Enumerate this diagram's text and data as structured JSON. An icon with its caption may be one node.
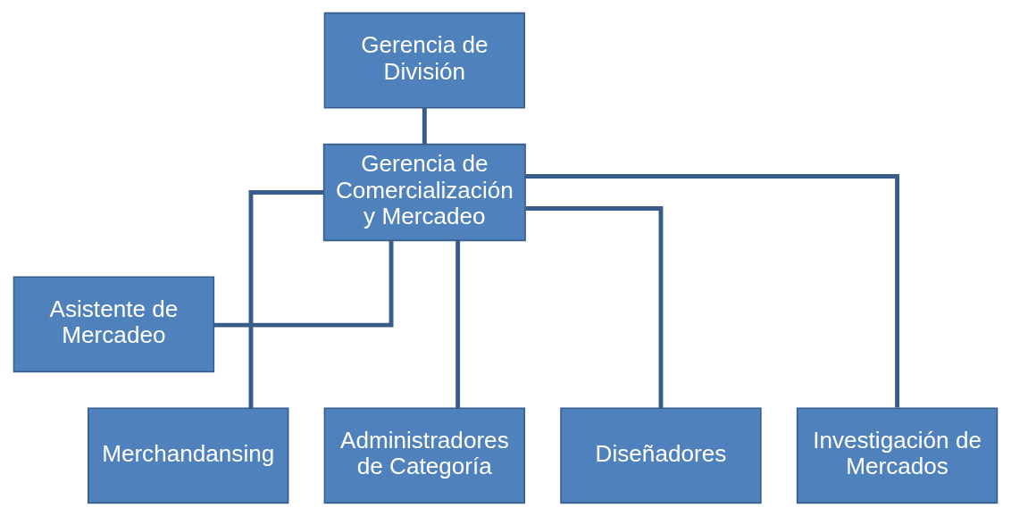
{
  "diagram": {
    "nodes": [
      {
        "text": [
          "Gerencia de División"
        ]
      },
      {
        "text": [
          "Gerencia de Comercialización y Mercadeo"
        ]
      },
      {
        "text": [
          "Asistente de Mercadeo"
        ]
      },
      {
        "text": [
          "Merchandansing"
        ]
      },
      {
        "text": [
          "Administradores de Categoría"
        ]
      },
      {
        "text": [
          "Diseñadores"
        ]
      },
      {
        "text": [
          "Investigación de Mercados"
        ]
      }
    ],
    "edges": [
      {
        "from": 0,
        "to": 1,
        "arrow": "none"
      },
      {
        "from": 1,
        "to": 2,
        "arrow": "none"
      },
      {
        "from": 1,
        "to": 3,
        "arrow": "none"
      },
      {
        "from": 1,
        "to": 4,
        "arrow": "none"
      },
      {
        "from": 1,
        "to": 5,
        "arrow": "none"
      },
      {
        "from": 1,
        "to": 6,
        "arrow": "none"
      }
    ]
  }
}
